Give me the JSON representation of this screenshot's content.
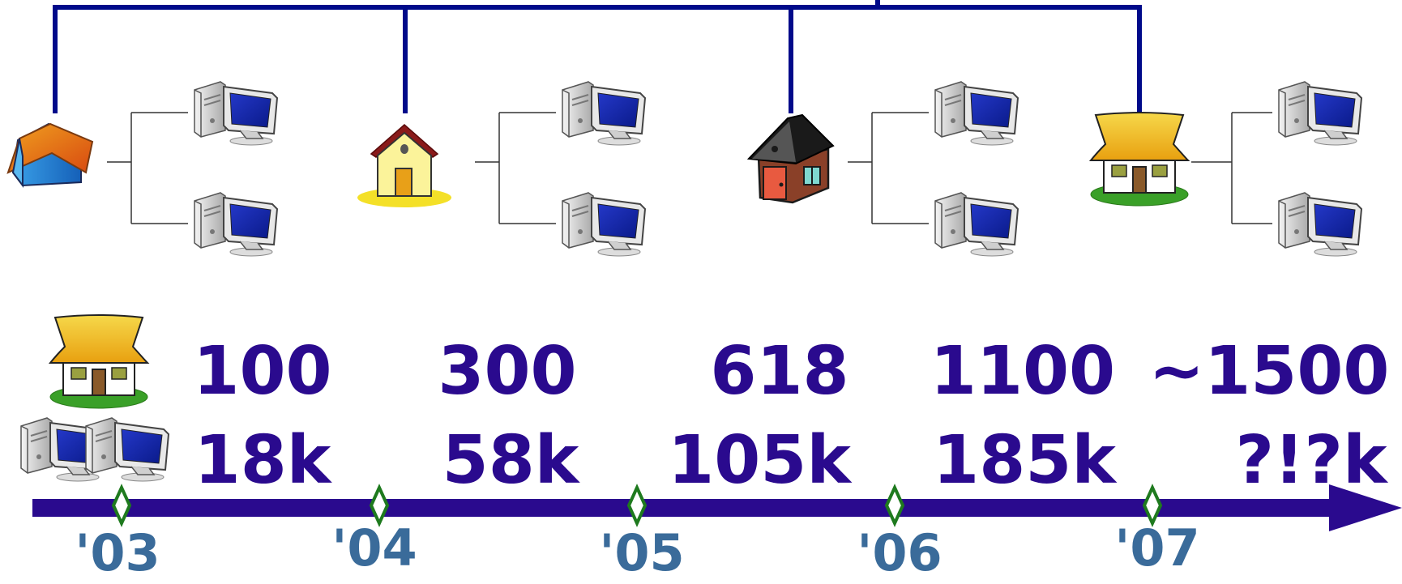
{
  "colors": {
    "network_line": "#000a8a",
    "timeline": "#2a0a8e",
    "figures": "#2a0a8e",
    "years": "#3a6b9a",
    "markers": "#1e7a1e",
    "branch_lines": "#333333"
  },
  "network": {
    "houses": [
      {
        "icon": "blue-house-icon",
        "computers": [
          "computer-icon",
          "computer-icon"
        ]
      },
      {
        "icon": "yellow-house-icon",
        "computers": [
          "computer-icon",
          "computer-icon"
        ]
      },
      {
        "icon": "brown-house-icon",
        "computers": [
          "computer-icon",
          "computer-icon"
        ]
      },
      {
        "icon": "thatched-house-icon",
        "computers": [
          "computer-icon",
          "computer-icon"
        ]
      }
    ]
  },
  "legend": {
    "houses_icon": "thatched-house-icon",
    "computers_icon": "computer-pair-icon"
  },
  "timeline": {
    "houses_row": [
      "100",
      "300",
      "618",
      "1100",
      "~1500"
    ],
    "computers_row": [
      "18k",
      "58k",
      "105k",
      "185k",
      "?!?k"
    ],
    "years": [
      "'03",
      "'04",
      "'05",
      "'06",
      "'07"
    ]
  }
}
